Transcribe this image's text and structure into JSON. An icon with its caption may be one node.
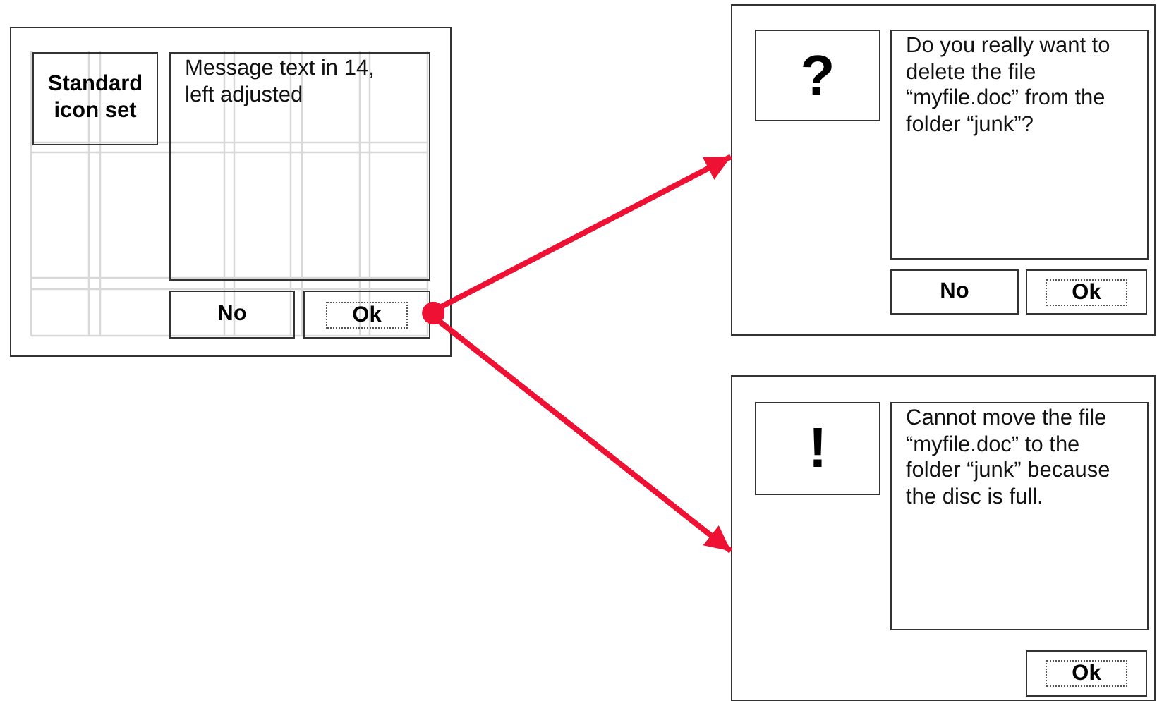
{
  "diagram": {
    "nodes": [
      {
        "text": [],
        "shape": "box"
      },
      {
        "text": [
          "Standard icon set"
        ],
        "in": 0
      },
      {
        "text": [
          "Message text in 14, left adjusted"
        ],
        "in": 0
      },
      {
        "text": [
          "No"
        ],
        "in": 0
      },
      {
        "text": [
          "Ok"
        ],
        "in": 0
      },
      {
        "text": [],
        "shape": "box"
      },
      {
        "text": [
          "?"
        ],
        "in": 5
      },
      {
        "text": [
          "Do you really want to delete the file “myfile.doc” from the folder “junk”?"
        ],
        "in": 5
      },
      {
        "text": [
          "No"
        ],
        "in": 5
      },
      {
        "text": [
          "Ok"
        ],
        "in": 5
      },
      {
        "text": [],
        "shape": "box"
      },
      {
        "text": [
          "!"
        ],
        "in": 10
      },
      {
        "text": [
          "Cannot move the file “myfile.doc” to the folder “junk” because the disc is full."
        ],
        "in": 10
      },
      {
        "text": [
          "Ok"
        ],
        "in": 10
      }
    ],
    "edges": [
      {
        "from": 4,
        "to": 5,
        "arrow": "to"
      },
      {
        "from": 4,
        "to": 10,
        "arrow": "to"
      }
    ]
  }
}
